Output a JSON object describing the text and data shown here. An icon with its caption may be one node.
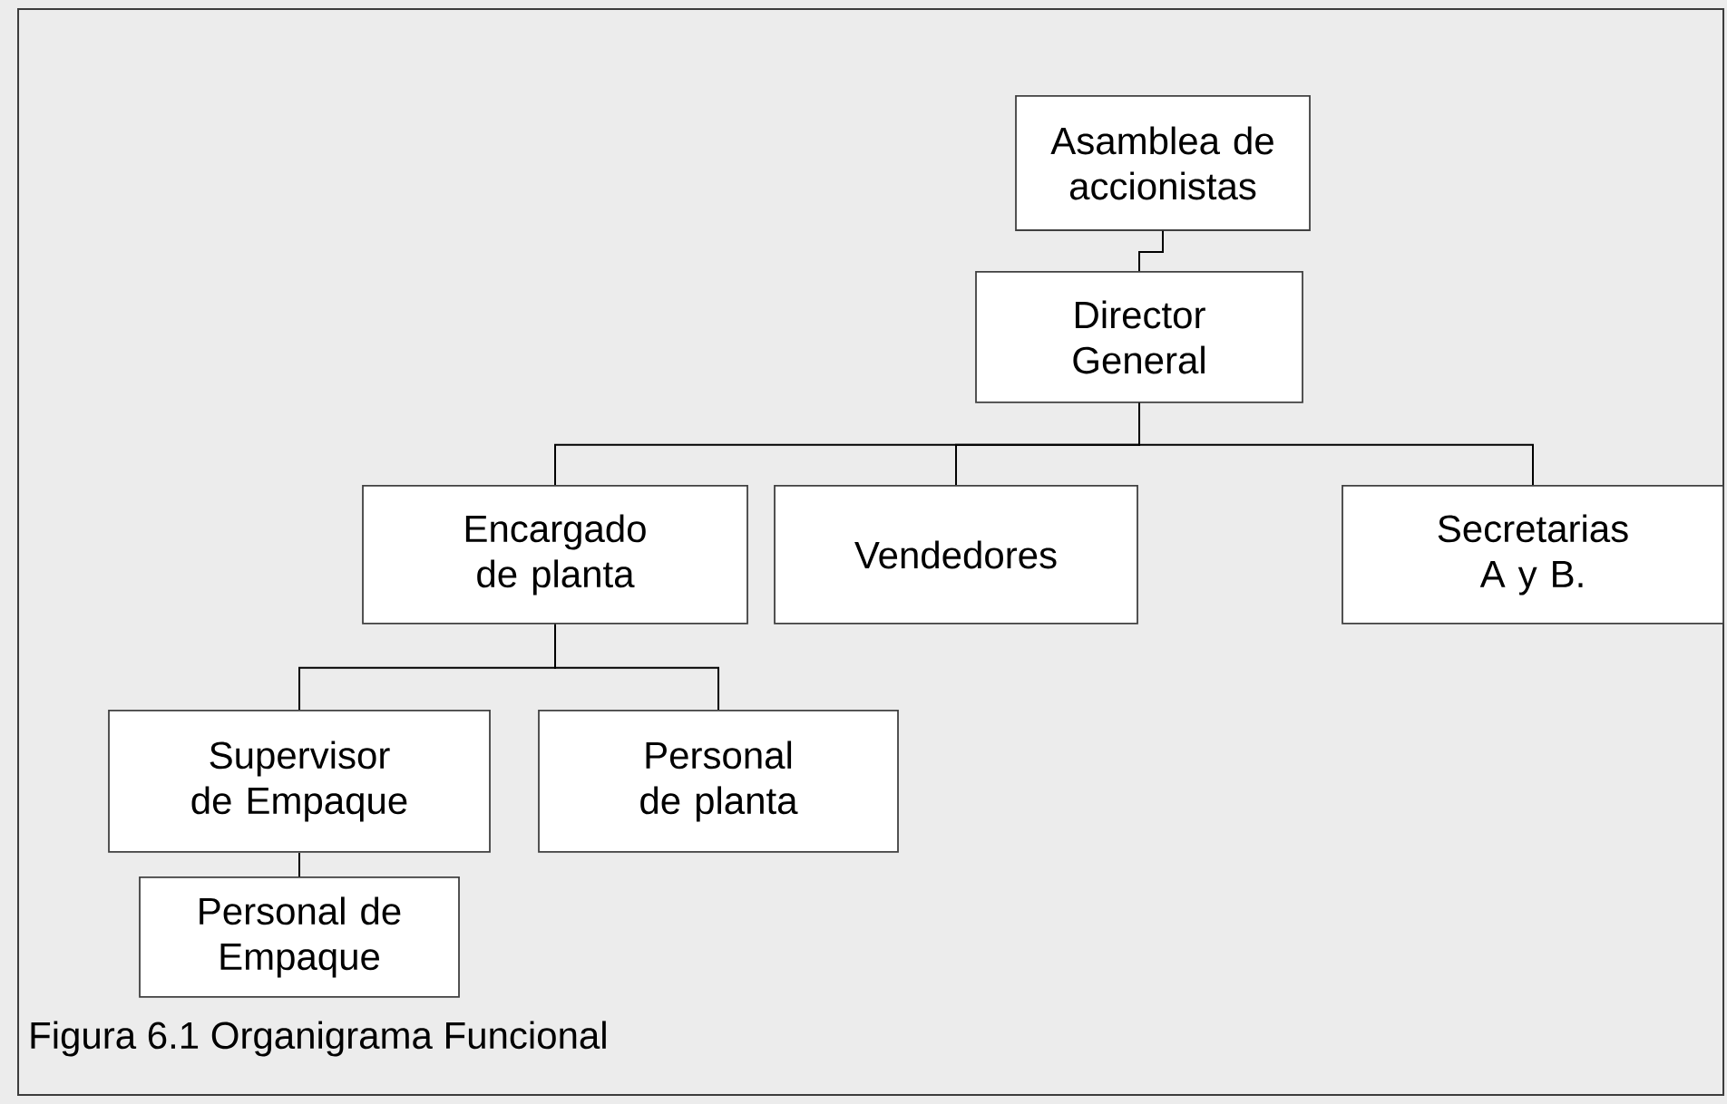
{
  "diagram": {
    "caption": "Figura 6.1 Organigrama Funcional",
    "nodes": [
      {
        "text": [
          "Asamblea de accionistas"
        ]
      },
      {
        "text": [
          "Director General"
        ]
      },
      {
        "text": [
          "Encargado de planta"
        ]
      },
      {
        "text": [
          "Vendedores"
        ]
      },
      {
        "text": [
          "Secretarias A y B."
        ]
      },
      {
        "text": [
          "Supervisor de Empaque"
        ]
      },
      {
        "text": [
          "Personal de planta"
        ]
      },
      {
        "text": [
          "Personal de Empaque"
        ]
      }
    ],
    "edges": [
      {
        "from": 0,
        "to": 1,
        "arrow": "none"
      },
      {
        "from": 1,
        "to": 2,
        "arrow": "none"
      },
      {
        "from": 1,
        "to": 3,
        "arrow": "none"
      },
      {
        "from": 1,
        "to": 4,
        "arrow": "none"
      },
      {
        "from": 2,
        "to": 5,
        "arrow": "none"
      },
      {
        "from": 2,
        "to": 6,
        "arrow": "none"
      },
      {
        "from": 5,
        "to": 7,
        "arrow": "none"
      }
    ]
  }
}
